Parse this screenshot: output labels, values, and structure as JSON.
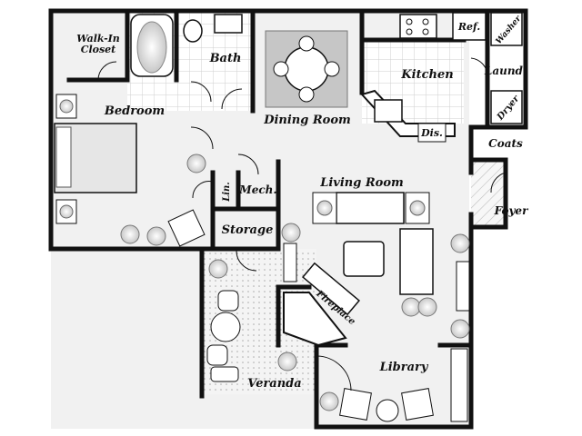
{
  "rooms": {
    "walk_in_closet_1": "Walk-In",
    "walk_in_closet_2": "Closet",
    "bath": "Bath",
    "kitchen": "Kitchen",
    "ref": "Ref.",
    "washer": "Washer",
    "laund": "Laund.",
    "dryer": "Dryer",
    "bedroom": "Bedroom",
    "dining_room": "Dining Room",
    "dis": "Dis.",
    "coats": "Coats",
    "living_room": "Living Room",
    "lin": "Lin.",
    "mech": "Mech.",
    "storage": "Storage",
    "foyer": "Foyer",
    "fireplace": "Fireplace",
    "library": "Library",
    "veranda": "Veranda"
  },
  "colors": {
    "wall": "#111111",
    "floor": "#f2f2f2",
    "tile": "#dcdcdc",
    "hatch": "#cccccc"
  }
}
